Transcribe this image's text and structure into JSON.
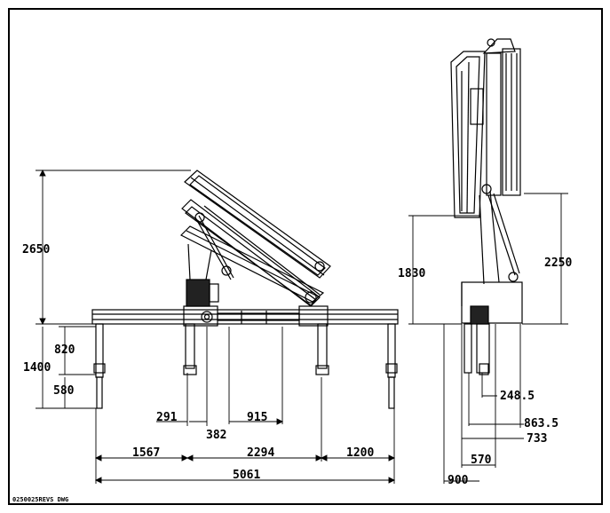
{
  "drawing": {
    "file_name": "0250025REVS DWG",
    "side_view": {
      "total_height": "2650",
      "leg_upper": "820",
      "leg_total": "1400",
      "leg_lower": "580",
      "dim_291": "291",
      "dim_382": "382",
      "dim_915": "915",
      "dim_1567": "1567",
      "dim_2294": "2294",
      "dim_1200": "1200",
      "overall_length": "5061"
    },
    "end_view": {
      "height_left": "1830",
      "height_right": "2250",
      "dim_248_5": "248.5",
      "dim_863_5": "863.5",
      "dim_733": "733",
      "dim_570": "570",
      "dim_900": "900"
    }
  }
}
